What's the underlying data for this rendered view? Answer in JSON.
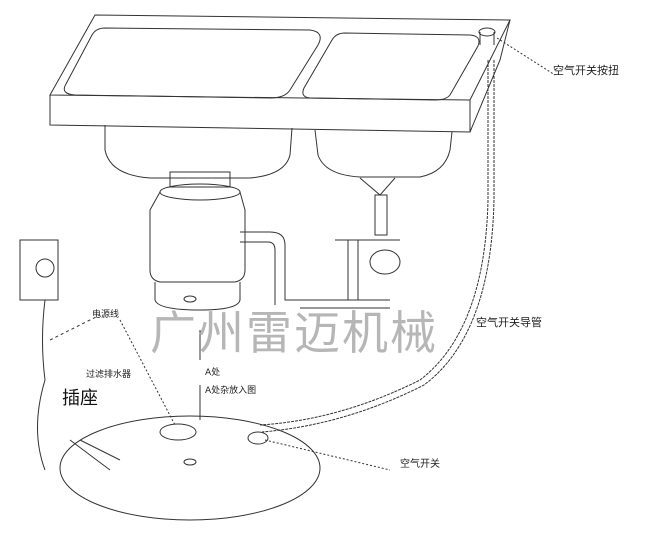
{
  "watermark": "广州雷迈机械",
  "labels": {
    "air_switch_button": "空气开关按扭",
    "air_switch_tube": "空气开关导管",
    "air_switch": "空气开关",
    "power_cord": "电源线",
    "socket": "插座",
    "filter_drain": "过滤排水器",
    "a_point": "A处",
    "a_insert": "A处杂放入图"
  }
}
